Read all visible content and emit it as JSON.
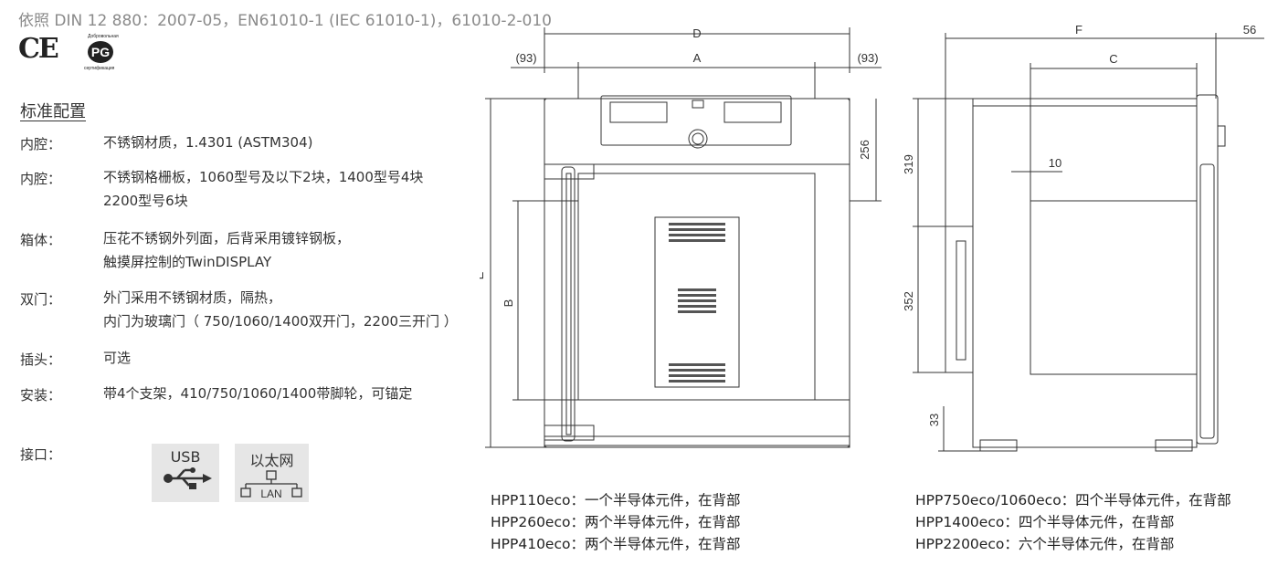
{
  "standards": "依照 DIN 12 880：2007-05，EN61010-1 (IEC 61010-1)，61010-2-010",
  "marks": {
    "ce": "CE",
    "pg_top": "Добровольная",
    "pg_main": "PG",
    "pg_bottom": "сертификация"
  },
  "section_title": "标准配置",
  "specs": [
    {
      "label": "内腔：",
      "lines": [
        "不锈钢材质，1.4301 (ASTM304)"
      ]
    },
    {
      "label": "内腔：",
      "lines": [
        "不锈钢格栅板，1060型号及以下2块，1400型号4块",
        "2200型号6块"
      ]
    },
    {
      "label": "箱体：",
      "lines": [
        "压花不锈钢外列面，后背采用镀锌钢板，",
        "触摸屏控制的TwinDISPLAY"
      ]
    },
    {
      "label": "双门：",
      "lines": [
        "外门采用不锈钢材质，隔热，",
        "内门为玻璃门（ 750/1060/1400双开门，2200三开门 ）"
      ]
    },
    {
      "label": "插头：",
      "lines": [
        "可选"
      ]
    },
    {
      "label": "安装：",
      "lines": [
        "带4个支架，410/750/1060/1400带脚轮，可锚定"
      ]
    }
  ],
  "interface": {
    "label": "接口：",
    "usb": "USB",
    "lan_title": "以太网",
    "lan_sub": "LAN"
  },
  "front_dims": {
    "D": "D",
    "A": "A",
    "left": "(93)",
    "right": "(93)",
    "E": "E",
    "B": "B",
    "h256": "256"
  },
  "side_dims": {
    "F": "F",
    "C": "C",
    "d56": "56",
    "d10": "10",
    "h319": "319",
    "h352": "352",
    "h33": "33"
  },
  "captions_left": [
    "HPP110eco：一个半导体元件，在背部",
    "HPP260eco：两个半导体元件，在背部",
    "HPP410eco：两个半导体元件，在背部"
  ],
  "captions_right": [
    "HPP750eco/1060eco：四个半导体元件，在背部",
    "HPP1400eco：四个半导体元件，在背部",
    "HPP2200eco：六个半导体元件，在背部"
  ]
}
